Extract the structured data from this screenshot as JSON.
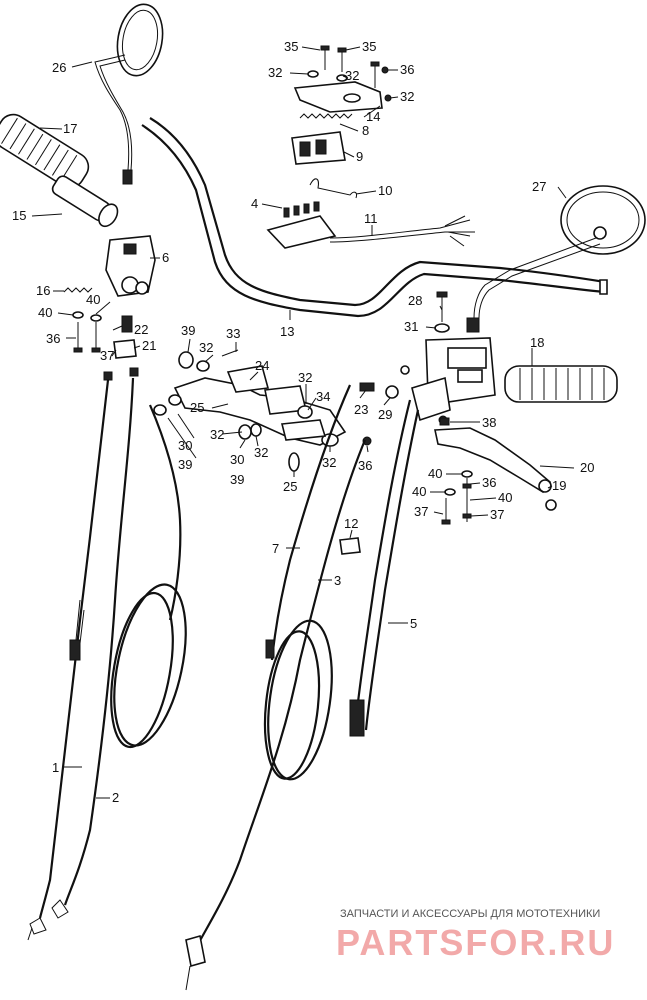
{
  "diagram": {
    "callouts": [
      {
        "id": "c35a",
        "text": "35"
      },
      {
        "id": "c35b",
        "text": "35"
      },
      {
        "id": "c32a",
        "text": "32"
      },
      {
        "id": "c32b",
        "text": "32"
      },
      {
        "id": "c36a",
        "text": "36"
      },
      {
        "id": "c32c",
        "text": "32"
      },
      {
        "id": "c14",
        "text": "14"
      },
      {
        "id": "c8",
        "text": "8"
      },
      {
        "id": "c9",
        "text": "9"
      },
      {
        "id": "c10",
        "text": "10"
      },
      {
        "id": "c4",
        "text": "4"
      },
      {
        "id": "c11",
        "text": "11"
      },
      {
        "id": "c26",
        "text": "26"
      },
      {
        "id": "c17",
        "text": "17"
      },
      {
        "id": "c15",
        "text": "15"
      },
      {
        "id": "c6",
        "text": "6"
      },
      {
        "id": "c27",
        "text": "27"
      },
      {
        "id": "c16",
        "text": "16"
      },
      {
        "id": "c40a",
        "text": "40"
      },
      {
        "id": "c40b",
        "text": "40"
      },
      {
        "id": "c36b",
        "text": "36"
      },
      {
        "id": "c22",
        "text": "22"
      },
      {
        "id": "c37a",
        "text": "37"
      },
      {
        "id": "c21",
        "text": "21"
      },
      {
        "id": "c39a",
        "text": "39"
      },
      {
        "id": "c32d",
        "text": "32"
      },
      {
        "id": "c33",
        "text": "33"
      },
      {
        "id": "c13",
        "text": "13"
      },
      {
        "id": "c28",
        "text": "28"
      },
      {
        "id": "c31",
        "text": "31"
      },
      {
        "id": "c18",
        "text": "18"
      },
      {
        "id": "c24",
        "text": "24"
      },
      {
        "id": "c32e",
        "text": "32"
      },
      {
        "id": "c34",
        "text": "34"
      },
      {
        "id": "c23",
        "text": "23"
      },
      {
        "id": "c29",
        "text": "29"
      },
      {
        "id": "c25a",
        "text": "25"
      },
      {
        "id": "c30a",
        "text": "30"
      },
      {
        "id": "c32f",
        "text": "32"
      },
      {
        "id": "c39b",
        "text": "39"
      },
      {
        "id": "c30b",
        "text": "30"
      },
      {
        "id": "c39c",
        "text": "39"
      },
      {
        "id": "c32g",
        "text": "32"
      },
      {
        "id": "c32h",
        "text": "32"
      },
      {
        "id": "c36c",
        "text": "36"
      },
      {
        "id": "c38",
        "text": "38"
      },
      {
        "id": "c25b",
        "text": "25"
      },
      {
        "id": "c20",
        "text": "20"
      },
      {
        "id": "c19",
        "text": "19"
      },
      {
        "id": "c40c",
        "text": "40"
      },
      {
        "id": "c40d",
        "text": "40"
      },
      {
        "id": "c36d",
        "text": "36"
      },
      {
        "id": "c40e",
        "text": "40"
      },
      {
        "id": "c37b",
        "text": "37"
      },
      {
        "id": "c37c",
        "text": "37"
      },
      {
        "id": "c12",
        "text": "12"
      },
      {
        "id": "c7",
        "text": "7"
      },
      {
        "id": "c3",
        "text": "3"
      },
      {
        "id": "c5",
        "text": "5"
      },
      {
        "id": "c1",
        "text": "1"
      },
      {
        "id": "c2",
        "text": "2"
      }
    ]
  },
  "watermark": {
    "caption": "ЗАПЧАСТИ И АКСЕССУАРЫ ДЛЯ МОТОТЕХНИКИ",
    "brand": "PARTSFOR.RU"
  }
}
